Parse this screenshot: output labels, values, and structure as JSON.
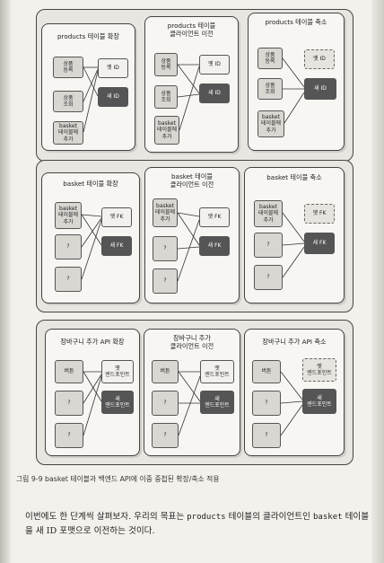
{
  "row1": {
    "panels": [
      {
        "title": "products 테이블 확장",
        "boxes": [
          "상품\n등록",
          "상품\n조회",
          "basket\n테이블에\n추가",
          "옛 ID",
          "새 ID"
        ]
      },
      {
        "title": "products 테이블\n클라이언트 이전",
        "boxes": [
          "상품\n등록",
          "상품\n조회",
          "basket\n테이블에\n추가",
          "옛 ID",
          "새 ID"
        ]
      },
      {
        "title": "products 테이블 축소",
        "boxes": [
          "상품\n등록",
          "상품\n조회",
          "basket\n테이블에\n추가",
          "옛 ID",
          "새 ID"
        ]
      }
    ]
  },
  "row2": {
    "panels": [
      {
        "title": "basket 테이블 확장",
        "boxes": [
          "basket\n테이블에\n추가",
          "?",
          "?",
          "옛 FK",
          "새 FK"
        ]
      },
      {
        "title": "basket 테이블\n클라이언트 이전",
        "boxes": [
          "basket\n테이블에\n추가",
          "?",
          "?",
          "옛 FK",
          "새 FK"
        ]
      },
      {
        "title": "basket 테이블 축소",
        "boxes": [
          "basket\n테이블에\n추가",
          "?",
          "?",
          "옛 FK",
          "새 FK"
        ]
      }
    ]
  },
  "row3": {
    "panels": [
      {
        "title": "장바구니 추가 API 확장",
        "boxes": [
          "버튼",
          "?",
          "?",
          "옛\n엔드포인트",
          "새\n엔드포인트"
        ]
      },
      {
        "title": "장바구니 추가\n클라이언트 이전",
        "boxes": [
          "버튼",
          "?",
          "?",
          "옛\n엔드포인트",
          "새\n엔드포인트"
        ]
      },
      {
        "title": "장바구니 추가 API 축소",
        "boxes": [
          "버튼",
          "?",
          "?",
          "옛\n엔드포인트",
          "새\n엔드포인트"
        ]
      }
    ]
  },
  "caption": "그림 9-9 basket 테이블과 백엔드 API에 이중 중첩된 확장/축소 적용",
  "body": {
    "part1": "이번에도 한 단계씩 살펴보자. 우리의 목표는 ",
    "code1": "products",
    "part2": " 테이블의 클라이언트인 ",
    "code2": "basket",
    "part3": " 테이블을 새 ID 포맷으로 이전하는 것이다."
  }
}
